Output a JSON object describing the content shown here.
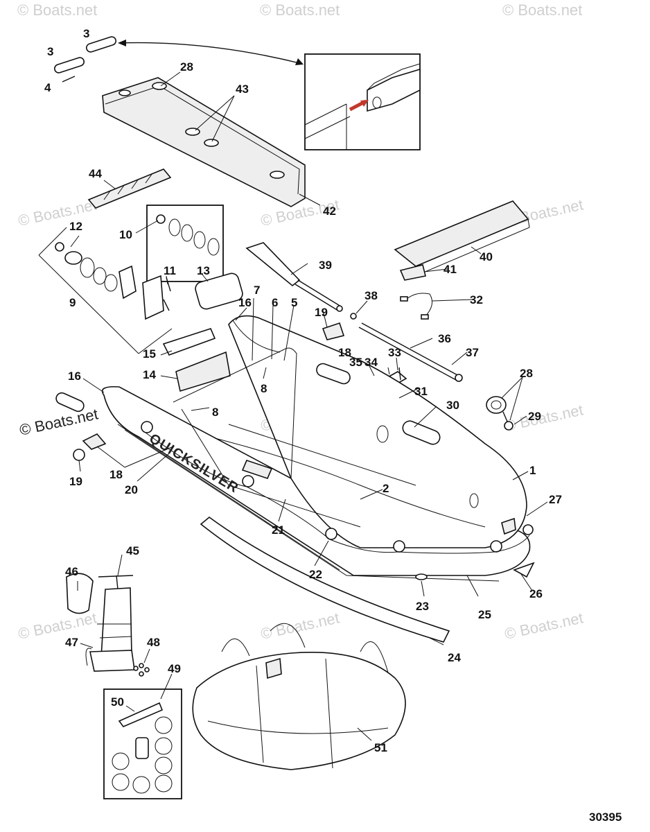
{
  "diagram_id": "30395",
  "watermark_text": "© Boats.net",
  "brand_text": "QUICKSILVER",
  "labels": {
    "l1": "1",
    "l2": "2",
    "l3a": "3",
    "l3b": "3",
    "l4": "4",
    "l5": "5",
    "l6": "6",
    "l7": "7",
    "l8a": "8",
    "l8b": "8",
    "l9": "9",
    "l10": "10",
    "l11": "11",
    "l12": "12",
    "l13": "13",
    "l14": "14",
    "l15": "15",
    "l16a": "16",
    "l16b": "16",
    "l18a": "18",
    "l18b": "18",
    "l19a": "19",
    "l19b": "19",
    "l20": "20",
    "l21": "21",
    "l22": "22",
    "l23": "23",
    "l24": "24",
    "l25": "25",
    "l26": "26",
    "l27": "27",
    "l28a": "28",
    "l28b": "28",
    "l29": "29",
    "l30": "30",
    "l31": "31",
    "l32": "32",
    "l33": "33",
    "l34": "34",
    "l35": "35",
    "l36": "36",
    "l37": "37",
    "l38": "38",
    "l39": "39",
    "l40": "40",
    "l41": "41",
    "l42": "42",
    "l43": "43",
    "l44": "44",
    "l45": "45",
    "l46": "46",
    "l47": "47",
    "l48": "48",
    "l49": "49",
    "l50": "50",
    "l51": "51"
  },
  "colors": {
    "line": "#111111",
    "watermark": "#cfcfcf",
    "arrow_accent": "#c0392b"
  }
}
